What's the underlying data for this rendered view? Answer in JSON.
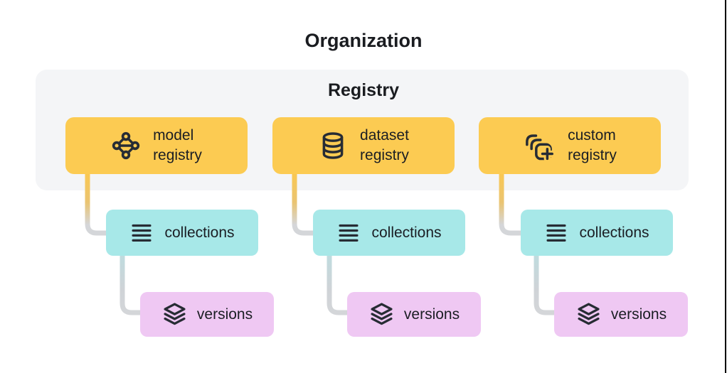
{
  "organization_title": "Organization",
  "registry_title": "Registry",
  "colors": {
    "registry_box": "#FCCB52",
    "collections_box": "#A7E8E8",
    "versions_box": "#EFC8F3",
    "panel_bg": "#F4F5F7",
    "connector_yellow": "#FBC84E",
    "connector_gray": "#D4D6D9",
    "icon_ink": "#272C34",
    "ink": "#1B1E24",
    "edge_line": "#000000"
  },
  "columns": [
    {
      "registry_label_line1": "model",
      "registry_label_line2": "registry",
      "registry_icon": "model-graph-icon",
      "collections_label": "collections",
      "collections_icon": "list-icon",
      "versions_label": "versions",
      "versions_icon": "layers-icon"
    },
    {
      "registry_label_line1": "dataset",
      "registry_label_line2": "registry",
      "registry_icon": "database-icon",
      "collections_label": "collections",
      "collections_icon": "list-icon",
      "versions_label": "versions",
      "versions_icon": "layers-icon"
    },
    {
      "registry_label_line1": "custom",
      "registry_label_line2": "registry",
      "registry_icon": "stacked-squares-plus-icon",
      "collections_label": "collections",
      "collections_icon": "list-icon",
      "versions_label": "versions",
      "versions_icon": "layers-icon"
    }
  ]
}
